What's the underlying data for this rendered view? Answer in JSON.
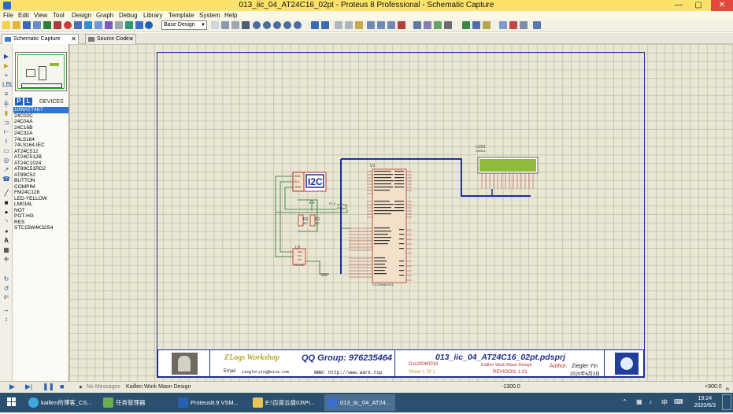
{
  "window": {
    "title": "013_iic_04_AT24C16_02pt - Proteus 8 Professional - Schematic Capture",
    "min": "—",
    "max": "▢",
    "close": "✕"
  },
  "menu": [
    "File",
    "Edit",
    "View",
    "Tool",
    "Design",
    "Graph",
    "Debug",
    "Library",
    "Template",
    "System",
    "Help"
  ],
  "toolbar": {
    "design_select": "Base Design"
  },
  "tabs": [
    {
      "label": "Schematic Capture",
      "close": "✕"
    },
    {
      "label": "Source Code",
      "close": "✕"
    }
  ],
  "devices": {
    "pick_p": "P",
    "pick_l": "L",
    "header": "DEVICES",
    "items": [
      "10WATT4K7",
      "24C02C",
      "24C04A",
      "24C16B",
      "24C32A",
      "74LS164",
      "74LS164.IEC",
      "AT24C512",
      "AT24C512B",
      "AT24C1024",
      "AT89C51RD2",
      "AT89C52",
      "BUTTON",
      "COMPIM",
      "FM24C128",
      "LED-YELLOW",
      "LM016L",
      "NOT",
      "POT-HG",
      "RES",
      "STC15W4K32S4"
    ],
    "selected": 0
  },
  "rotation": "0°",
  "schematic": {
    "u1": "U1",
    "u1_part": "STC15W4K32S4",
    "u2": "U2",
    "u2_part": "24C16B",
    "lcd": "LCD1",
    "lcd_part": "LM016L",
    "i2c": "I2C",
    "r2": "R2",
    "r1": "R1",
    "r_val": "4k7",
    "sda": "SDA",
    "scl": "SCL",
    "trig": "TRIG",
    "p1": "P1.0",
    "p2": "P1.1",
    "wp": "WP",
    "u2_sda": "SDA",
    "u2_scl": "SCL"
  },
  "titleblock": {
    "qq": "QQ Group: 976235464",
    "logo": "ZLogs Workshop",
    "email_label": "Email",
    "email": "zieglerying@sina.com",
    "www": "WWW: http://www.wark.top",
    "project": "013_iic_04_AT24C16_02pt.pdsprj",
    "doc": "Doc20060018",
    "company": "Kaillen Work Maon Design",
    "author_label": "Author:",
    "author": "Ziegler Yin",
    "sheet": "Sheet 1  Of 1",
    "revision": "REVISION: 1.01",
    "date": "2020年6月3日"
  },
  "status": {
    "messages": "No Messages",
    "message2": "Kaillen Work Maon Design",
    "coord_x": "-1300.0",
    "coord_y": "+900.0",
    "unit": "th"
  },
  "taskbar": {
    "items": [
      "kaillen的博客_CS...",
      "任务管理器",
      "Proteus8.9 VSM...",
      "E:\\百度云盘03\\Pr...",
      "013_iic_04_AT24..."
    ],
    "time": "19:24",
    "date": "2020/6/3"
  }
}
